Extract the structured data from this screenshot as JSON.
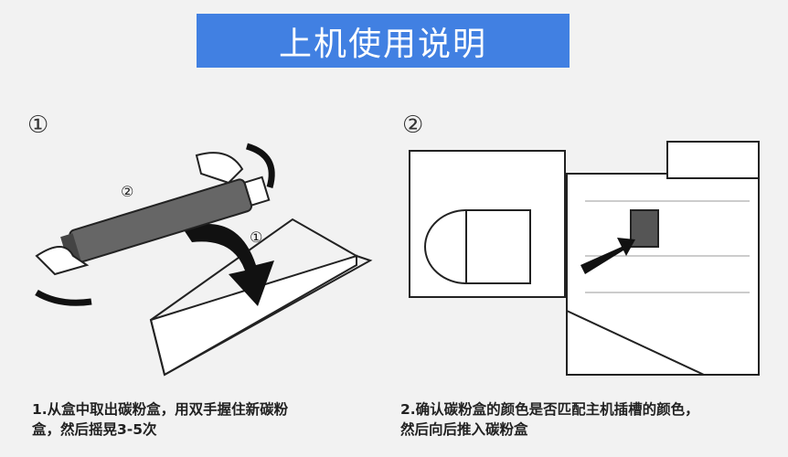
{
  "title": "上机使用说明",
  "steps": [
    {
      "number": "①",
      "caption_line1": "1.从盒中取出碳粉盒，用双手握住新碳粉",
      "caption_line2": "盒，然后摇晃3-5次",
      "label_box": "①",
      "label_cartridge": "②"
    },
    {
      "number": "②",
      "caption_line1": "2.确认碳粉盒的颜色是否匹配主机插槽的颜色，",
      "caption_line2": "然后向后推入碳粉盒"
    }
  ],
  "colors": {
    "banner": "#4180e2",
    "background": "#f2f2f2"
  }
}
